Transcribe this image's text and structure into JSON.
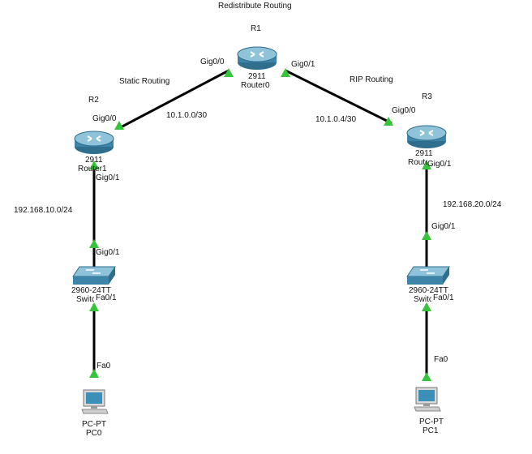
{
  "annotations": {
    "title": "Redistribute Routing",
    "static_routing": "Static Routing",
    "rip_routing": "RIP Routing"
  },
  "devices": {
    "r1": {
      "name": "R1",
      "model": "2911",
      "hostname": "Router0"
    },
    "r2": {
      "name": "R2",
      "model": "2911",
      "hostname": "Router1"
    },
    "r3": {
      "name": "R3",
      "model": "2911",
      "hostname": "Router2"
    },
    "sw_left": {
      "model": "2960-24TT",
      "hostname": "Switch0"
    },
    "sw_right": {
      "model": "2960-24TT",
      "hostname": "Switch1"
    },
    "pc0": {
      "model": "PC-PT",
      "hostname": "PC0"
    },
    "pc1": {
      "model": "PC-PT",
      "hostname": "PC1"
    }
  },
  "ports": {
    "r1_left": "Gig0/0",
    "r1_right": "Gig0/1",
    "r2_up": "Gig0/0",
    "r2_down": "Gig0/1",
    "r3_up": "Gig0/0",
    "r3_down": "Gig0/1",
    "swl_up": "Gig0/1",
    "swl_down": "Fa0/1",
    "swr_up": "Gig0/1",
    "swr_down": "Fa0/1",
    "pc0": "Fa0",
    "pc1": "Fa0"
  },
  "networks": {
    "r1_r2": "10.1.0.0/30",
    "r1_r3": "10.1.0.4/30",
    "lan_left": "192.168.10.0/24",
    "lan_right": "192.168.20.0/24"
  },
  "colors": {
    "link": "#000000",
    "port_up": "#36c43a",
    "router_body": "#4f97b8",
    "switch_body": "#4f97b8"
  },
  "icons": {
    "router": "router-icon",
    "switch": "switch-icon",
    "pc": "pc-icon"
  }
}
